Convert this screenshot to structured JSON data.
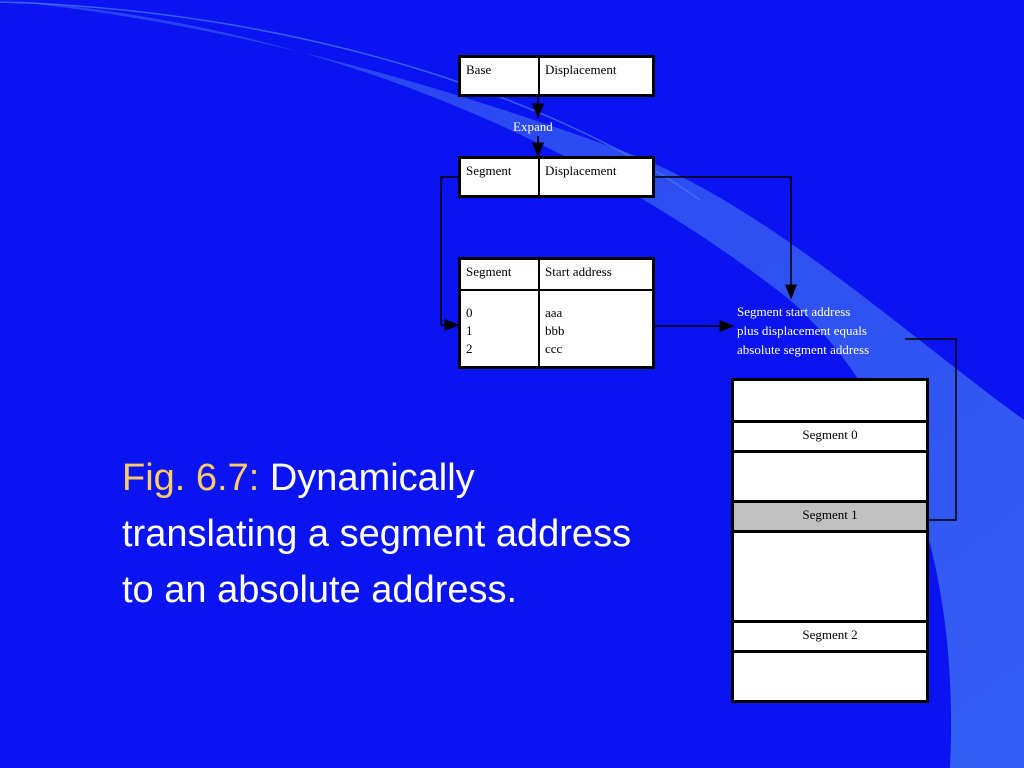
{
  "diagram": {
    "top_box": {
      "left": "Base",
      "right": "Displacement"
    },
    "expand_label": "Expand",
    "middle_box": {
      "left": "Segment",
      "right": "Displacement"
    },
    "table": {
      "headers": [
        "Segment",
        "Start address"
      ],
      "rows": [
        {
          "segment": "0",
          "address": "aaa"
        },
        {
          "segment": "1",
          "address": "bbb"
        },
        {
          "segment": "2",
          "address": "ccc"
        }
      ]
    },
    "note_lines": [
      "Segment start address",
      "plus displacement equals",
      "absolute segment address"
    ],
    "memory": [
      "",
      "Segment 0",
      "",
      "Segment 1",
      "",
      "Segment 2",
      ""
    ],
    "highlighted_segment": "Segment 1"
  },
  "caption": {
    "fig_label": "Fig. 6.7:",
    "text": " Dynamically translating a segment address to an absolute address."
  },
  "colors": {
    "background": "#0a14f0",
    "light_beam": "#3d6cf5",
    "caption_accent": "#ffcc66",
    "highlight": "#c0c0c0"
  }
}
